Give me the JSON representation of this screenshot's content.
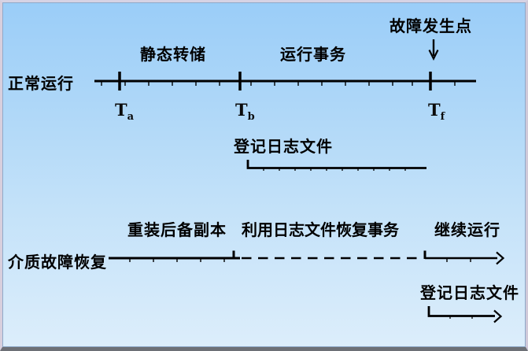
{
  "colors": {
    "background_top": "#9acdf8",
    "background_bottom": "#ddeefb",
    "line": "#000000"
  },
  "normal_run": {
    "label": "正常运行",
    "failure_point": "故障发生点",
    "static_dump": "静态转储",
    "running_transactions": "运行事务",
    "log_file": "登记日志文件",
    "t_a": {
      "base": "T",
      "sub": "a"
    },
    "t_b": {
      "base": "T",
      "sub": "b"
    },
    "t_f": {
      "base": "T",
      "sub": "f"
    }
  },
  "media_recovery": {
    "label": "介质故障恢复",
    "reload_backup": "重装后备副本",
    "redo_with_log": "利用日志文件恢复事务",
    "continue_run": "继续运行",
    "log_file": "登记日志文件"
  }
}
